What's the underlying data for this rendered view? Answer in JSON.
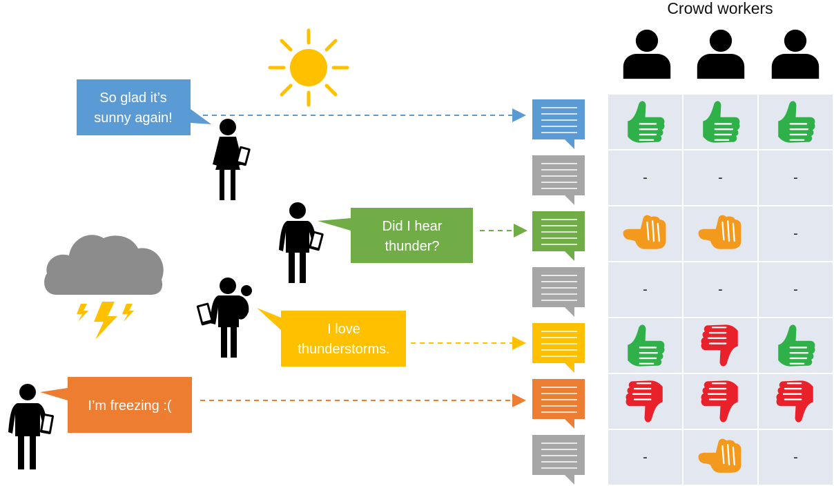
{
  "header": {
    "title": "Crowd workers"
  },
  "colors": {
    "blue": "#5b9bd5",
    "green": "#70ad47",
    "yellow": "#ffc000",
    "orange": "#ed7d31",
    "gray": "#a6a6a6",
    "grid_bg": "#e3e7f0",
    "thumb_green": "#2fb049",
    "thumb_red": "#e8212a",
    "thumb_orange": "#f39a1e",
    "sun": "#ffc000",
    "cloud": "#8c8c8c",
    "lightning": "#ffc000"
  },
  "speech_bubbles": [
    {
      "id": "sunny",
      "lines": [
        "So glad it’s",
        "sunny again!"
      ],
      "color": "blue"
    },
    {
      "id": "thunder",
      "lines": [
        "Did I hear",
        "thunder?"
      ],
      "color": "green"
    },
    {
      "id": "storm",
      "lines": [
        "I love",
        "thunderstorms."
      ],
      "color": "yellow"
    },
    {
      "id": "freezing",
      "lines": [
        "I’m freezing :("
      ],
      "color": "orange"
    }
  ],
  "weather_icons": [
    "sun-icon",
    "cloud-icon",
    "lightning-icon"
  ],
  "people": [
    "woman-with-phone",
    "man-with-phone",
    "parent-with-child",
    "man-with-clipboard"
  ],
  "workers": [
    "worker-1",
    "worker-2",
    "worker-3"
  ],
  "messages": [
    {
      "color": "blue",
      "votes": [
        "up-green",
        "up-green",
        "up-green"
      ]
    },
    {
      "color": "gray",
      "votes": [
        "-",
        "-",
        "-"
      ]
    },
    {
      "color": "green",
      "votes": [
        "side-orange",
        "side-orange",
        "-"
      ]
    },
    {
      "color": "gray",
      "votes": [
        "-",
        "-",
        "-"
      ]
    },
    {
      "color": "yellow",
      "votes": [
        "up-green",
        "down-red",
        "up-green"
      ]
    },
    {
      "color": "orange",
      "votes": [
        "down-red",
        "down-red",
        "down-red"
      ]
    },
    {
      "color": "gray",
      "votes": [
        "-",
        "side-orange",
        "-"
      ]
    }
  ]
}
